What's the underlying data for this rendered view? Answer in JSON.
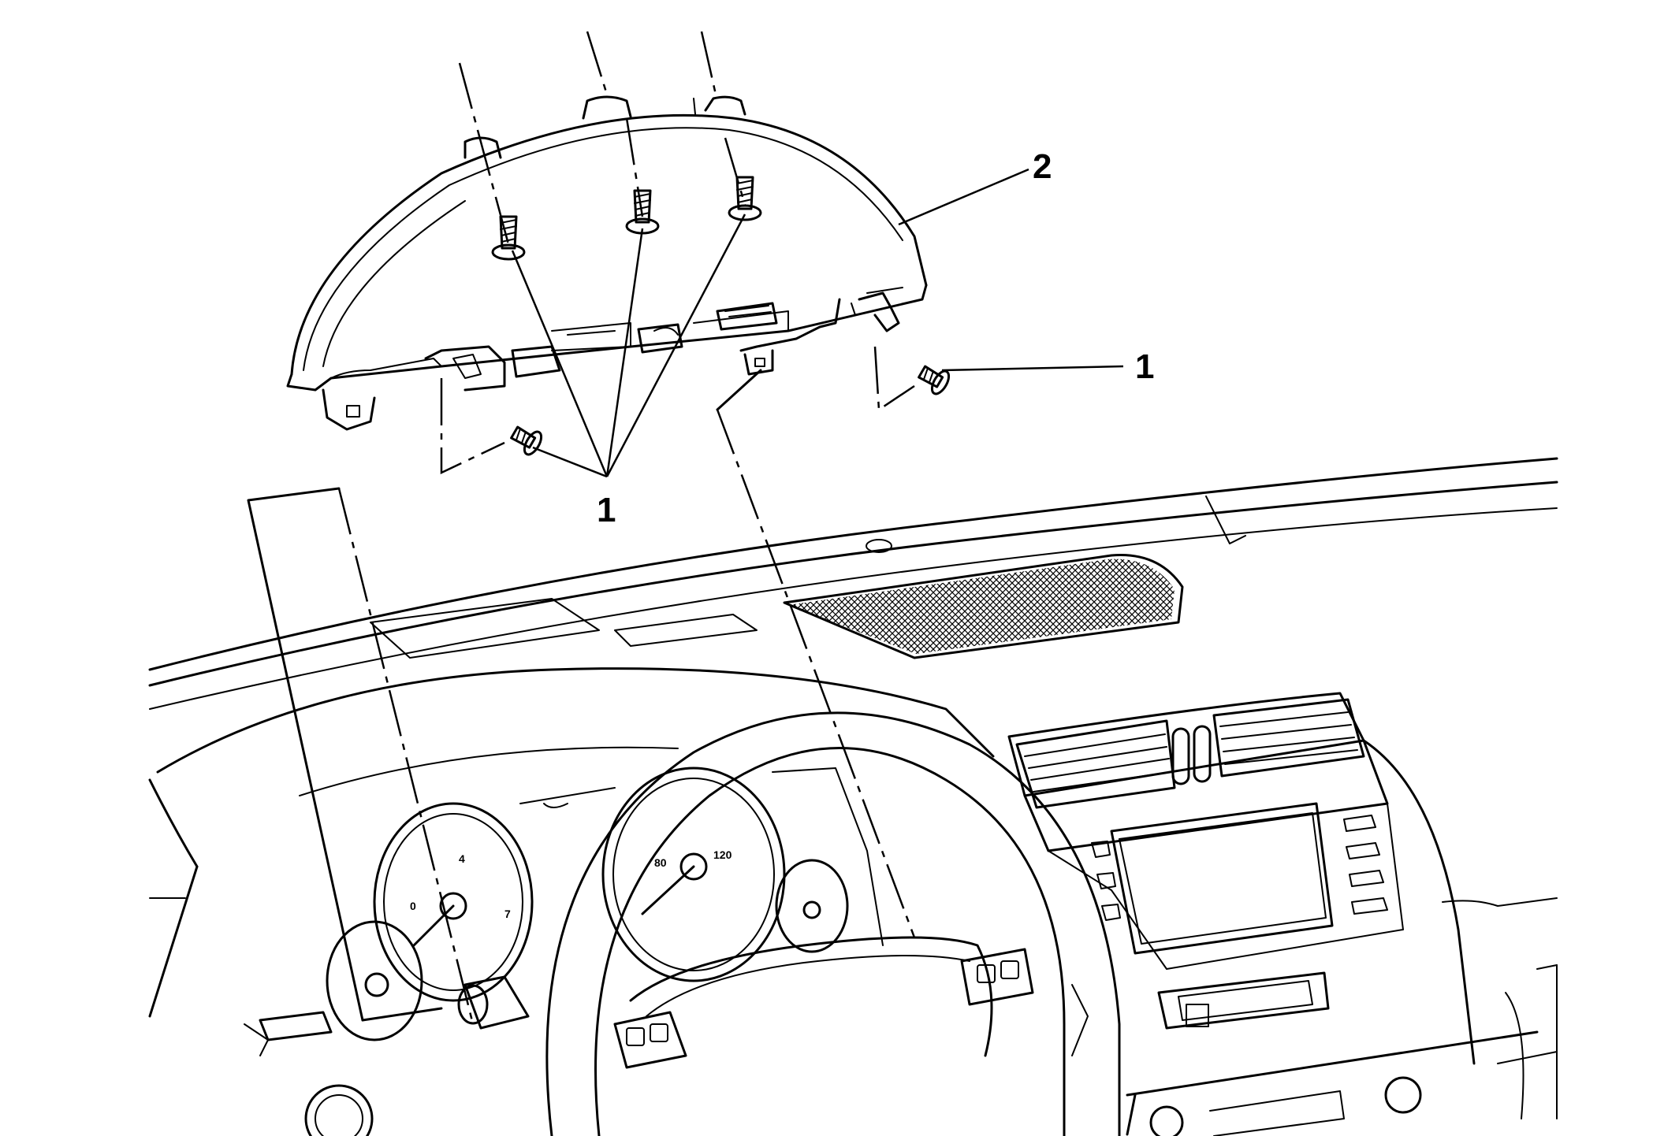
{
  "callouts": {
    "screw_right": "1",
    "screws_center": "1",
    "cluster": "2"
  },
  "colors": {
    "line": "#000000",
    "background": "#ffffff"
  }
}
